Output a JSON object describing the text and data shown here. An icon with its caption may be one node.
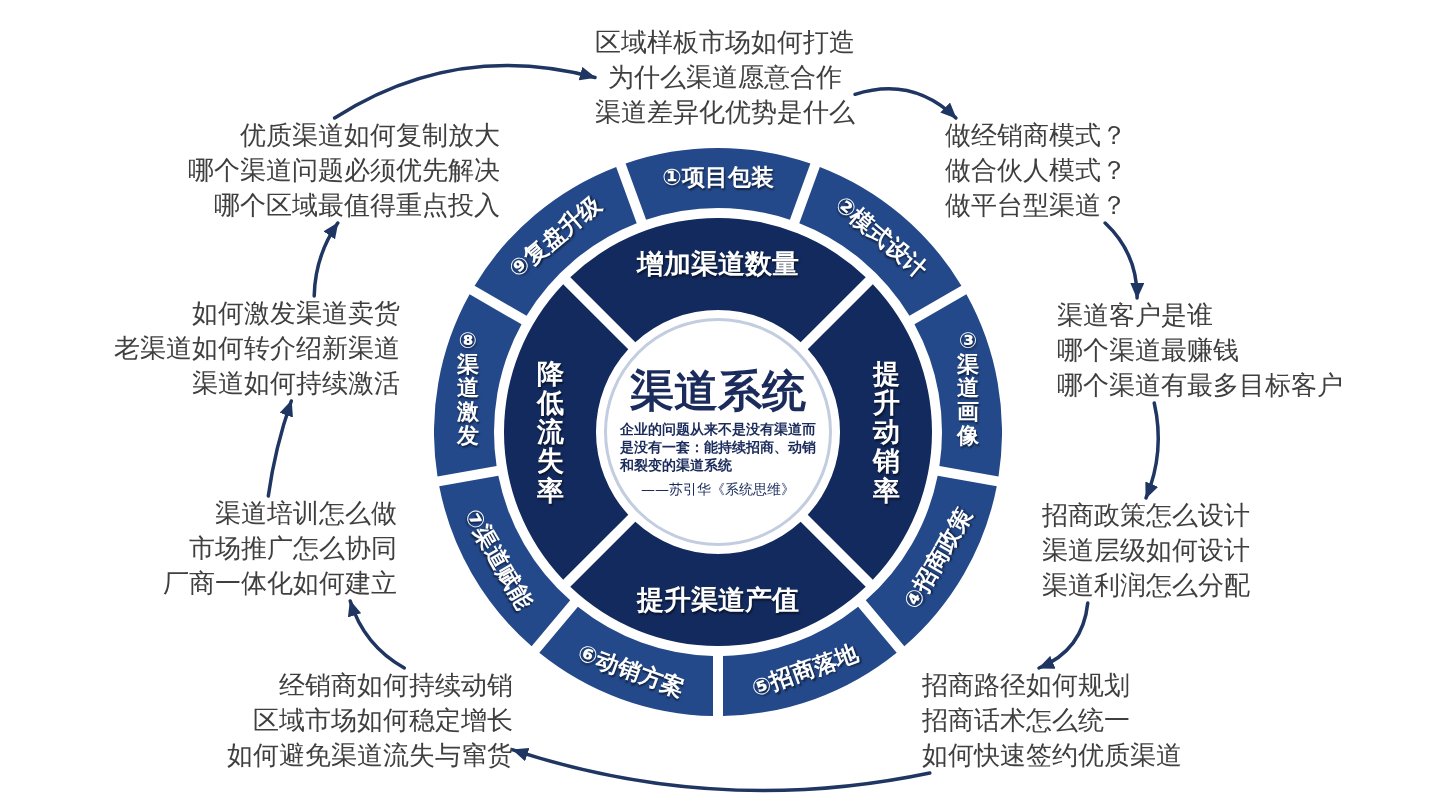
{
  "diagram": {
    "nodes": [
      {
        "text": [
          "区域样板市场如何打造",
          "为什么渠道愿意合作",
          "渠道差异化优势是什么"
        ]
      },
      {
        "text": [
          "优质渠道如何复制放大",
          "哪个渠道问题必须优先解决",
          "哪个区域最值得重点投入"
        ]
      },
      {
        "text": [
          "做经销商模式？",
          "做合伙人模式？",
          "做平台型渠道？"
        ]
      },
      {
        "text": [
          "①项目包装"
        ]
      },
      {
        "text": [
          "⑨复盘升级"
        ]
      },
      {
        "text": [
          "②模式设计"
        ]
      },
      {
        "text": [
          "增加渠道数量"
        ]
      },
      {
        "text": [
          "如何激发渠道卖货",
          "老渠道如何转介绍新渠道",
          "渠道如何持续激活"
        ]
      },
      {
        "text": [
          "渠道客户是谁",
          "哪个渠道最赚钱",
          "哪个渠道有最多目标客户"
        ]
      },
      {
        "text": [
          "⑧渠道激发"
        ]
      },
      {
        "text": [
          "③渠道画像"
        ]
      },
      {
        "text": [
          "降低流失率"
        ]
      },
      {
        "text": [
          "渠道系统",
          "企业的问题从来不是没有渠道而是没有一套：能持续招商、动销和裂变的渠道系统",
          "——苏引华《系统思维》"
        ]
      },
      {
        "text": [
          "提升动销率"
        ]
      },
      {
        "text": [
          "渠道培训怎么做",
          "市场推广怎么协同",
          "厂商一体化如何建立"
        ]
      },
      {
        "text": [
          "招商政策怎么设计",
          "渠道层级如何设计",
          "渠道利润怎么分配"
        ]
      },
      {
        "text": [
          "⑦渠道赋能"
        ]
      },
      {
        "text": [
          "④招商政策"
        ]
      },
      {
        "text": [
          "提升渠道产值"
        ]
      },
      {
        "text": [
          "⑥动销方案"
        ]
      },
      {
        "text": [
          "⑤招商落地"
        ]
      },
      {
        "text": [
          "经销商如何持续动销",
          "区域市场如何稳定增长",
          "如何避免渠道流失与窜货"
        ]
      },
      {
        "text": [
          "招商路径如何规划",
          "招商话术怎么统一",
          "如何快速签约优质渠道"
        ]
      }
    ],
    "edges": [
      {
        "from": 0,
        "to": 2,
        "arrow": "to"
      },
      {
        "from": 2,
        "to": 8,
        "arrow": "to"
      },
      {
        "from": 8,
        "to": 15,
        "arrow": "to"
      },
      {
        "from": 15,
        "to": 22,
        "arrow": "to"
      },
      {
        "from": 22,
        "to": 21,
        "arrow": "to"
      },
      {
        "from": 21,
        "to": 14,
        "arrow": "to"
      },
      {
        "from": 14,
        "to": 7,
        "arrow": "to"
      },
      {
        "from": 7,
        "to": 1,
        "arrow": "to"
      },
      {
        "from": 1,
        "to": 0,
        "arrow": "to"
      }
    ]
  }
}
